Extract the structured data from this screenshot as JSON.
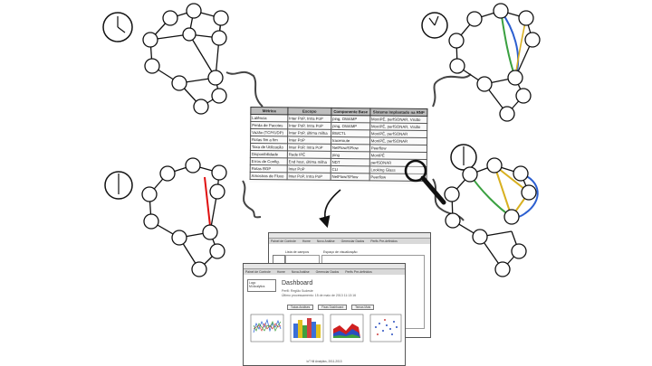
{
  "table": {
    "headers": [
      "Métrica",
      "Escopo",
      "Componente Base",
      "Sistema Implantado na RNP"
    ],
    "rows": [
      [
        "Latência",
        "Inter PoP, Intra PoP",
        "ping, OWAMP",
        "MonIPÊ, perfSONAR, Visião"
      ],
      [
        "Perda de Pacotes",
        "Inter PoP, Intra PoP",
        "ping, OWAMP",
        "MonIPÊ, perfSONAR, Visião"
      ],
      [
        "Vazão (TCP/UDP)",
        "Inter PoP, última milha",
        "BWCTL",
        "MonIPÊ, perfSONAR"
      ],
      [
        "Rotas fim a fim",
        "Inter PoP",
        "traceroute",
        "MonIPÊ, perfSONAR"
      ],
      [
        "Taxa de Utilização",
        "Inter PoP, Intra PoP",
        "NetFlow/SFlow",
        "Peerflow"
      ],
      [
        "Disponibilidade",
        "Rede IPÊ",
        "ping",
        "MonIPÊ"
      ],
      [
        "Erros de Config.",
        "End host, última milha",
        "NDT",
        "perfSONAR"
      ],
      [
        "Rotas BGP",
        "Inter PoP",
        "CLI",
        "Looking Glass"
      ],
      [
        "Amostras de Fluxo",
        "Inter PoP, Intra PoP",
        "NetFlow/SFlow",
        "Peerflow"
      ]
    ]
  },
  "dashboard": {
    "back_title": "Painel de Controle",
    "back_nav": [
      "Home",
      "Novo Análise",
      "Gerenciar Dados",
      "Perfis Pre-definidos"
    ],
    "back_list": "Lista de campos",
    "back_area": "Espaço de visualização",
    "front_title": "Painel de Controle",
    "front_nav": [
      "Home",
      "Nova Análise",
      "Gerenciar Dados",
      "Perfis Pre-definidos"
    ],
    "logo_label": "Logo",
    "logo_name": "Ml Analytics",
    "title": "Dashboard",
    "profile": "Perfil: Região Sudeste",
    "subtitle": "Último processamento: 15 de maio de 2013 11:13:16",
    "tabs": [
      "Todas Análises",
      "Fixas Dashboard",
      "Temas Mais"
    ],
    "footer": "IoT Ml Analytics, 2011-2013"
  },
  "colors": {
    "node_stroke": "#111111",
    "highlight_red": "#e01010",
    "highlight_green": "#3aa040",
    "highlight_blue": "#2c5fd0",
    "highlight_yellow": "#d8b020"
  },
  "icons": [
    "clock-icon",
    "magnifier-icon",
    "arrow-icon"
  ]
}
